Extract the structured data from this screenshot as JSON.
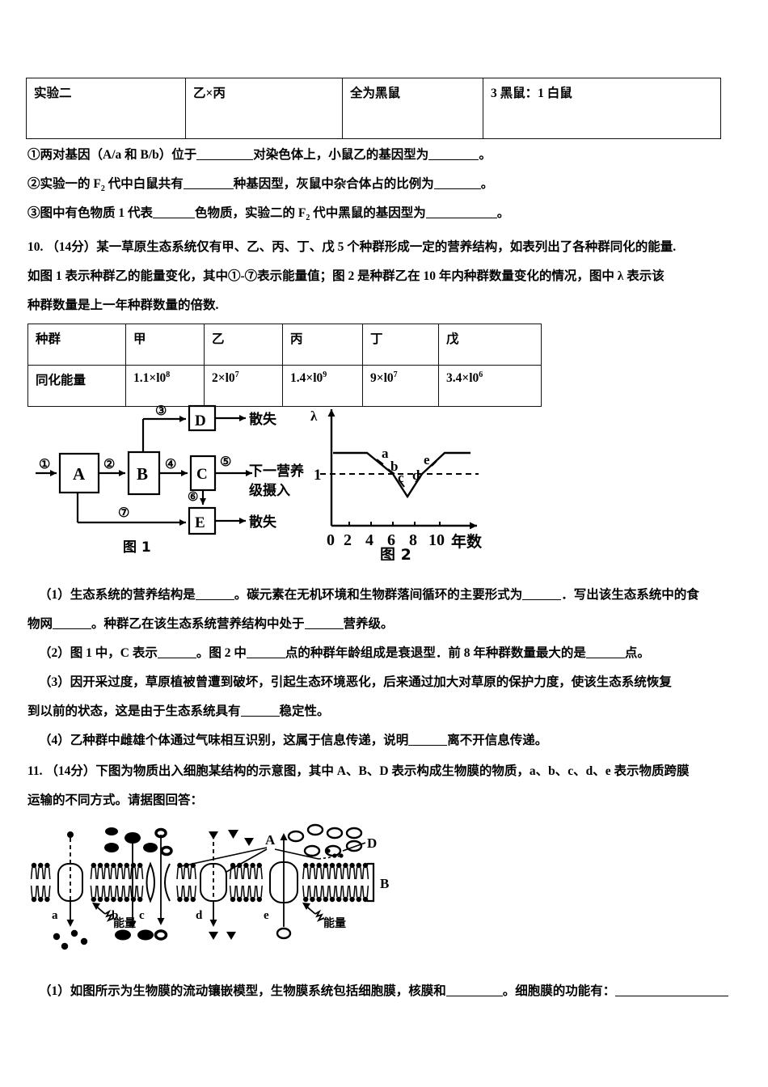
{
  "table_experiment": {
    "rows": [
      {
        "name": "实验二",
        "cross": "乙×丙",
        "f1": "全为黑鼠",
        "f2": "3 黑鼠：1 白鼠"
      }
    ]
  },
  "sub_questions_9": [
    {
      "marker": "①",
      "text_a": "两对基因（A/a 和 B/b）位于",
      "text_b": "对染色体上，小鼠乙的基因型为",
      "text_c": "。"
    },
    {
      "marker": "②",
      "text_a": "实验一的 F2 代中白鼠共有",
      "text_b": "种基因型，灰鼠中杂合体占的比例为",
      "text_c": "。"
    },
    {
      "marker": "③",
      "text_a": "图中有色物质 1 代表",
      "text_b": "色物质，实验二的 F2 代中黑鼠的基因型为",
      "text_c": "。"
    }
  ],
  "question10": {
    "number": "10.",
    "score": "（14分）",
    "lines": [
      "某一草原生态系统仅有甲、乙、丙、丁、戊 5 个种群形成一定的营养结构，如表列出了各种群同化的能量.",
      "如图 1 表示种群乙的能量变化，其中①‑⑦表示能量值；图 2 是种群乙在 10 年内种群数量变化的情况，图中 λ 表示该",
      "种群数量是上一年种群数量的倍数."
    ],
    "energy_table": {
      "headers": [
        "种群",
        "甲",
        "乙",
        "丙",
        "丁",
        "戊"
      ],
      "row_label": "同化能量",
      "values": [
        "1.1×l0",
        "2×l0",
        "1.4×l0",
        "9×l0",
        "3.4×l0"
      ],
      "exponents": [
        "8",
        "7",
        "9",
        "7",
        "6"
      ]
    },
    "fig1": {
      "caption": "图 1",
      "boxes": [
        "A",
        "B",
        "C",
        "D",
        "E"
      ],
      "flow_labels": [
        "①",
        "②",
        "③",
        "④",
        "⑤",
        "⑥",
        "⑦"
      ],
      "out_labels": [
        "散失",
        "下一营养",
        "级摄入",
        "散失"
      ]
    },
    "answers": [
      {
        "marker": "（1）",
        "parts": [
          "生态系统的营养结构是",
          "。碳元素在无机环境和生物群落间循环的主要形式为",
          "．写出该生态系统中的食"
        ],
        "line2": [
          "物网",
          "。种群乙在该生态系统营养结构中处于",
          "营养级。"
        ]
      },
      {
        "marker": "（2）",
        "parts": [
          "图 1 中，C 表示",
          "。图 2 中",
          "点的种群年龄组成是衰退型．前 8 年种群数量最大的是",
          "点。"
        ]
      },
      {
        "marker": "（3）",
        "parts": [
          "因开采过度，草原植被曾遭到破坏，引起生态环境恶化，后来通过加大对草原的保护力度，使该生态系统恢复"
        ],
        "line2": [
          "到以前的状态，这是由于生态系统具有",
          "稳定性。"
        ]
      },
      {
        "marker": "（4）",
        "parts": [
          "乙种群中雌雄个体通过气味相互识别，这属于信息传递，说明",
          "离不开信息传递。"
        ]
      }
    ]
  },
  "question11": {
    "number": "11.",
    "score": "（14分）",
    "lines": [
      "下图为物质出入细胞某结构的示意图，其中 A、B、D 表示构成生物膜的物质，a、b、c、d、e 表示物质跨膜",
      "运输的不同方式。请据图回答："
    ],
    "figure_labels": {
      "transport_modes": [
        "a",
        "b",
        "c",
        "d",
        "e"
      ],
      "components": [
        "A",
        "B",
        "D"
      ],
      "energy_label": "能量"
    },
    "answers": [
      {
        "marker": "（1）",
        "parts": [
          "如图所示为生物膜的流动镶嵌模型，生物膜系统包括细胞膜，核膜和",
          "。细胞膜的功能有："
        ]
      }
    ]
  },
  "chart_data": {
    "type": "line",
    "title": "图 2",
    "xlabel": "年数",
    "ylabel": "λ",
    "xticks": [
      0,
      2,
      4,
      6,
      8,
      10
    ],
    "yticks": [
      "1"
    ],
    "reference_line": 1,
    "annotations": [
      "a",
      "b",
      "c",
      "d",
      "e"
    ],
    "x": [
      0,
      1,
      2,
      3,
      3.4,
      5,
      7,
      8.8,
      10,
      11.4
    ],
    "y": [
      1.45,
      1.45,
      1.45,
      1.45,
      1.45,
      1.0,
      0.6,
      1.0,
      1.5,
      1.5
    ],
    "point_values": {
      "a": 1.3,
      "b": 1.05,
      "c": 0.95,
      "d": 0.95,
      "e": 1.1
    },
    "description": "λ 随年数先保持恒定，第4年后下降，第7年降至最低，随后回升并在第10年后保持恒定"
  }
}
